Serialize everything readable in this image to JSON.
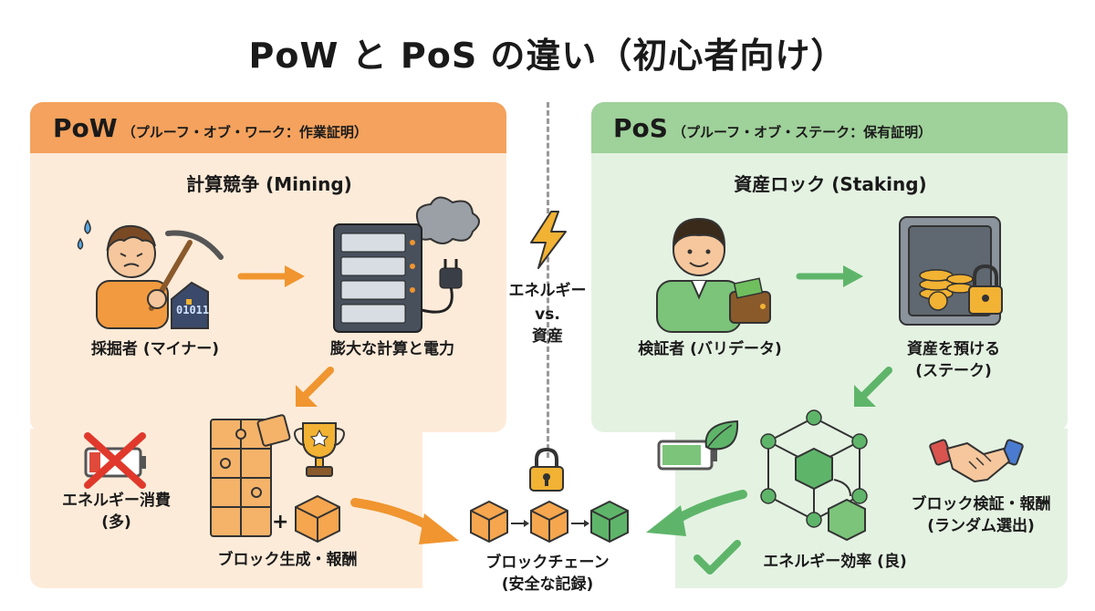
{
  "title": "PoW と PoS の違い（初心者向け）",
  "pow": {
    "name": "PoW",
    "full_name": "（プルーフ・オブ・ワーク：作業証明）",
    "subtitle": "計算競争 (Mining)",
    "miner_label": "採掘者 (マイナー)",
    "binary": "01011",
    "compute_label": "膨大な計算と電力",
    "energy_line1": "エネルギー消費",
    "energy_line2": "(多)",
    "block_label": "ブロック生成・報酬"
  },
  "center": {
    "line1": "エネルギー",
    "line2": "vs.",
    "line3": "資産",
    "chain_line1": "ブロックチェーン",
    "chain_line2": "(安全な記録)"
  },
  "pos": {
    "name": "PoS",
    "full_name": "（プルーフ・オブ・ステーク：保有証明）",
    "subtitle": "資産ロック (Staking)",
    "validator_label": "検証者 (バリデータ)",
    "stake_line1": "資産を預ける",
    "stake_line2": "(ステーク)",
    "verify_line1": "ブロック検証・報酬",
    "verify_line2": "(ランダム選出)",
    "efficiency_label": "エネルギー効率 (良)"
  },
  "colors": {
    "pow_bg": "#fdebd9",
    "pow_header": "#f4a25d",
    "pos_bg": "#e4f2e2",
    "pos_header": "#9fd19a",
    "orange": "#f0952f",
    "green": "#5eb56a"
  }
}
